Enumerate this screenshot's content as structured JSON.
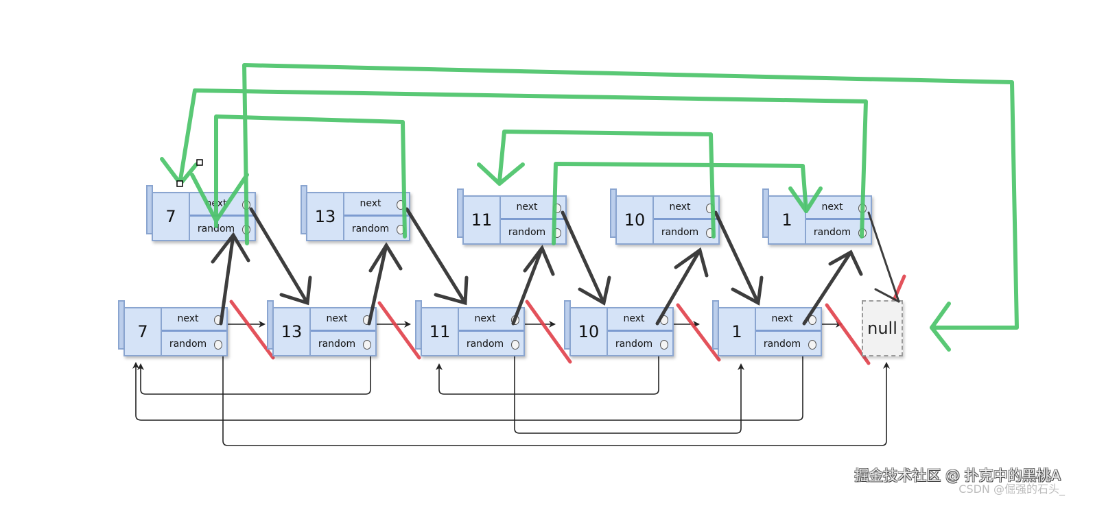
{
  "diagram": {
    "title": "Copy list with random pointer - interleaved clone",
    "field_labels": {
      "next": "next",
      "random": "random"
    },
    "original_nodes": [
      {
        "value": "7"
      },
      {
        "value": "13"
      },
      {
        "value": "11"
      },
      {
        "value": "10"
      },
      {
        "value": "1"
      }
    ],
    "copied_nodes": [
      {
        "value": "7"
      },
      {
        "value": "13"
      },
      {
        "value": "11"
      },
      {
        "value": "10"
      },
      {
        "value": "1"
      }
    ],
    "null_label": "null",
    "colors": {
      "node_fill": "#d5e3f7",
      "node_border": "#8aa5d0",
      "green_stroke": "#4cc46a",
      "black_stroke": "#333333",
      "red_stroke": "#e0404a",
      "thin_arrow": "#222222"
    },
    "random_links": [
      {
        "from": "7",
        "to": "null"
      },
      {
        "from": "13",
        "to": "7"
      },
      {
        "from": "11",
        "to": "1"
      },
      {
        "from": "10",
        "to": "11"
      },
      {
        "from": "1",
        "to": "7"
      }
    ]
  },
  "watermark": {
    "primary": "掘金技术社区 @ 扑克中的黑桃A",
    "secondary": "CSDN @倔强的石头_"
  }
}
